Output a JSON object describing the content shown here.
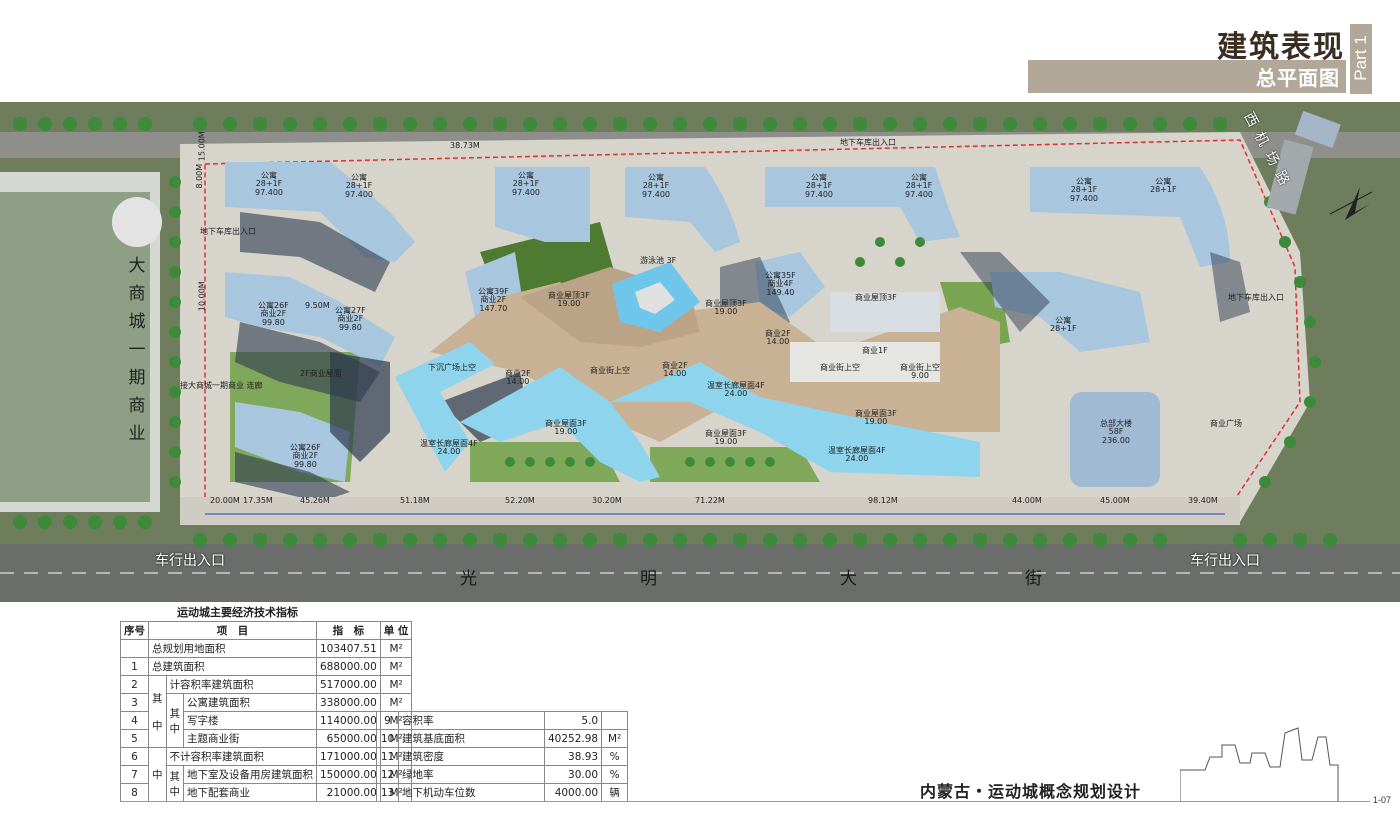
{
  "header": {
    "title": "建筑表现",
    "subtitle": "总平面图",
    "part": "Part 1"
  },
  "plan": {
    "roads": {
      "main_street": [
        "光",
        "明",
        "大",
        "街"
      ],
      "west_road": [
        "西",
        "机",
        "场",
        "路"
      ],
      "entrance_left": "车行出入口",
      "entrance_right": "车行出入口"
    },
    "mall_vertical": [
      "大",
      "商",
      "城",
      "一",
      "期",
      "商",
      "业"
    ],
    "labels": {
      "apt28_1": "公寓\n28+1F",
      "apt28_2": "公寓\n28+1F",
      "apt28_3": "公寓\n28+1F",
      "apt28_4": "公寓\n28+1F",
      "apt28_5": "公寓\n28+1F",
      "apt28_6": "公寓\n28+1F",
      "apt28_7": "公寓\n28+1F",
      "apt26a": "公寓26F\n商业2F",
      "apt27": "公寓27F\n商业2F",
      "apt26b": "公寓26F\n商业2F",
      "apt39": "公寓39F\n商业2F",
      "apt35": "公寓35F\n商业4F",
      "apt28_8": "公寓\n28+1F",
      "pool": "游泳池\n3F",
      "roof3f_a": "商业屋顶3F",
      "roof3f_b": "商业屋顶3F",
      "roof3f_c": "商业屋顶3F",
      "roof3f_d": "商业屋面3F",
      "roof3f_e": "商业屋面3F",
      "roof3f_f": "商业屋面3F",
      "biz2f_a": "商业2F",
      "biz2f_b": "商业2F",
      "biz2f_c": "商业2F",
      "biz1f": "商业1F",
      "street_void_a": "商业街上空",
      "street_void_b": "商业街上空",
      "street_void_c": "商业街上空",
      "square_void": "下沉广场上空",
      "green_4f_a": "温室长廊屋面4F",
      "green_4f_b": "温室长廊屋面4F",
      "green_4f_c": "温室长廊屋面4F",
      "roof2f": "2F商业屋面",
      "hq": "总部大楼\n58F",
      "biz_plaza": "商业广场",
      "garage_left": "地下车库出入口",
      "garage_top": "地下车库出入口",
      "garage_right": "地下车库出入口",
      "link_gallery": "接大商城一期商业\n连廊"
    },
    "elevations": {
      "e1": "97.400",
      "e2": "97.400",
      "e3": "97.400",
      "e4": "97.400",
      "e5": "97.400",
      "e6": "97.400",
      "e7": "97.400",
      "e8": "99.80",
      "e9": "99.80",
      "e10": "99.80",
      "e11": "147.70",
      "e12": "149.40",
      "e13": "236.00",
      "e14": "19.00",
      "e15": "19.00",
      "e16": "14.00",
      "e17": "14.00",
      "e18": "14.00",
      "e19": "9.00",
      "e20": "24.00",
      "e21": "24.00",
      "e22": "24.00",
      "e23": "19.00",
      "e24": "19.00",
      "e25": "19.00"
    },
    "dimensions": [
      "20.00M",
      "17.35M",
      "45.26M",
      "51.18M",
      "52.20M",
      "30.20M",
      "71.22M",
      "98.12M",
      "44.00M",
      "45.00M",
      "39.40M",
      "15.00M",
      "9.50M",
      "8.00M",
      "10.00M",
      "38.73M"
    ]
  },
  "table": {
    "title": "运动城主要经济技术指标",
    "headers": {
      "no": "序号",
      "item": "项　目",
      "value": "指　标",
      "unit": "单 位"
    },
    "unit_area": "M²",
    "rows": [
      {
        "no": "",
        "c1": "总规划用地面积",
        "value": "103407.51",
        "unit": "M²"
      },
      {
        "no": "1",
        "c1": "总建筑面积",
        "value": "688000.00",
        "unit": "M²"
      },
      {
        "no": "2",
        "c1": "计容积率建筑面积",
        "value": "517000.00",
        "unit": "M²"
      },
      {
        "no": "3",
        "c1": "公寓建筑面积",
        "value": "338000.00",
        "unit": "M²"
      },
      {
        "no": "4",
        "c1": "写字楼",
        "value": "114000.00",
        "unit": "M²"
      },
      {
        "no": "5",
        "c1": "主题商业街",
        "value": "65000.00",
        "unit": "M²"
      },
      {
        "no": "6",
        "c1": "不计容积率建筑面积",
        "value": "171000.00",
        "unit": "M²"
      },
      {
        "no": "7",
        "c1": "地下室及设备用房建筑面积",
        "value": "150000.00",
        "unit": "M²"
      },
      {
        "no": "8",
        "c1": "地下配套商业",
        "value": "21000.00",
        "unit": "M²"
      }
    ],
    "group_chars": {
      "qi": "其",
      "zhong": "中"
    },
    "right_rows": [
      {
        "no": "9",
        "c1": "容积率",
        "value": "5.0",
        "unit": ""
      },
      {
        "no": "10",
        "c1": "建筑基底面积",
        "value": "40252.98",
        "unit": "M²"
      },
      {
        "no": "11",
        "c1": "建筑密度",
        "value": "38.93",
        "unit": "%"
      },
      {
        "no": "12",
        "c1": "绿地率",
        "value": "30.00",
        "unit": "%"
      },
      {
        "no": "13",
        "c1": "地下机动车位数",
        "value": "4000.00",
        "unit": "辆"
      }
    ]
  },
  "footer": {
    "project": "内蒙古・运动城概念规划设计",
    "page": "1-07"
  }
}
